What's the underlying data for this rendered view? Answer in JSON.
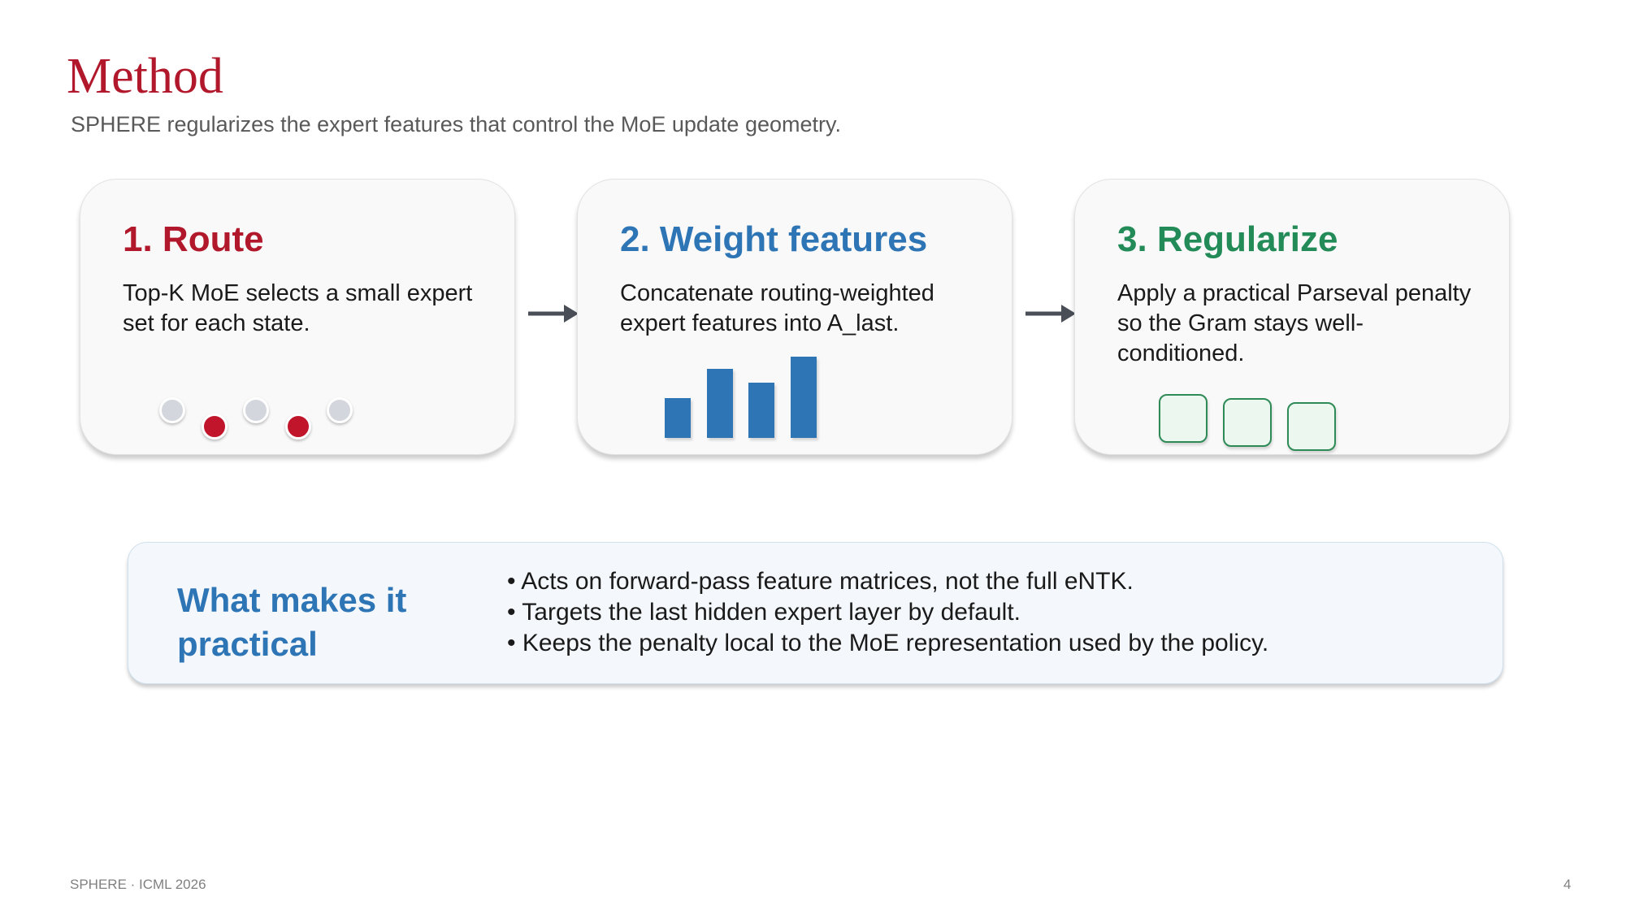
{
  "slide": {
    "title": "Method",
    "subtitle": "SPHERE regularizes the expert features that control the MoE update geometry."
  },
  "steps": [
    {
      "heading": "1. Route",
      "text": "Top-K MoE selects a small expert set for each state.",
      "color": "#b2182b"
    },
    {
      "heading": "2. Weight features",
      "text": "Concatenate routing-weighted expert features into A_last.",
      "color": "#2e75b6"
    },
    {
      "heading": "3. Regularize",
      "text": "Apply a practical Parseval penalty so the Gram stays well-conditioned.",
      "color": "#238b57"
    }
  ],
  "route_experts": {
    "count": 5,
    "selected": [
      2,
      4
    ],
    "selected_color": "#c0152b",
    "unselected_color": "#d3d6dc"
  },
  "feature_bars": {
    "relative_heights": [
      0.58,
      1.0,
      0.8,
      1.18
    ],
    "color": "#2e75b6"
  },
  "regularized_blocks": {
    "count": 3,
    "fill": "#ecf8ef",
    "stroke": "#2e8b57"
  },
  "arrow_color": "#4a4f57",
  "practical": {
    "heading": "What makes it practical",
    "points": [
      "Acts on forward-pass feature matrices, not the full eNTK.",
      "Targets the last hidden expert layer by default.",
      "Keeps the penalty local to the MoE representation used by the policy."
    ]
  },
  "footer": {
    "left": "SPHERE · ICML 2026",
    "page_number": "4"
  }
}
